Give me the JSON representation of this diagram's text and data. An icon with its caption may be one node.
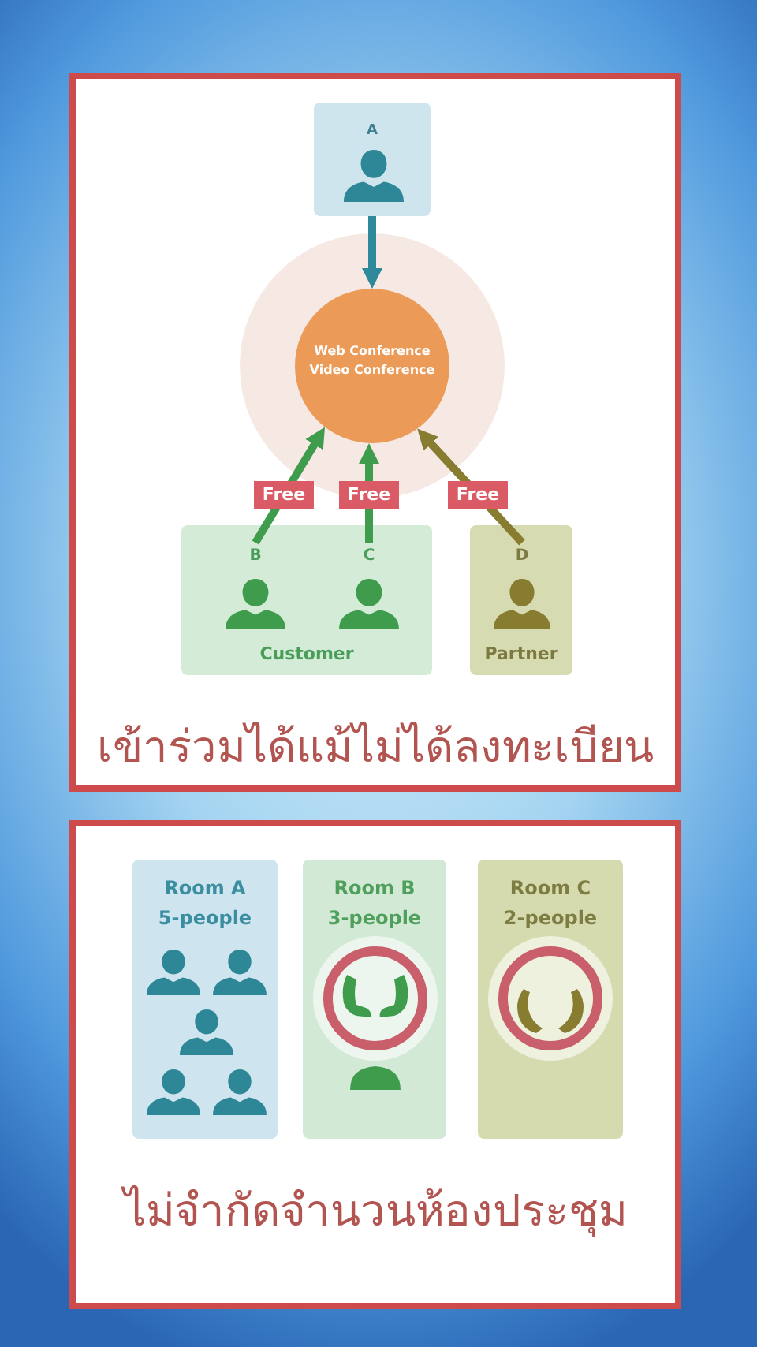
{
  "diagram": {
    "nodes": [
      {
        "text": [
          "เข้าร่วมได้แม้ไม่ได้ลงทะเบียน"
        ]
      },
      {
        "text": [
          "A"
        ],
        "in": 0
      },
      {
        "text": [],
        "shape": "circle",
        "in": 0
      },
      {
        "text": [
          "Web Conference Video Conference"
        ],
        "in": 2
      },
      {
        "text": [
          "Customer"
        ],
        "in": 0
      },
      {
        "text": [
          "B"
        ],
        "in": 4
      },
      {
        "text": [
          "C"
        ],
        "in": 4
      },
      {
        "text": [
          "Partner"
        ],
        "in": 0
      },
      {
        "text": [
          "D"
        ],
        "in": 7
      },
      {
        "text": [
          "ไม่จำกัดจำนวนห้องประชุม"
        ]
      },
      {
        "text": [
          "Room A",
          "5-people"
        ],
        "in": 9
      },
      {
        "text": [
          "Room B",
          "3-people"
        ],
        "in": 9
      },
      {
        "text": [
          "Room C",
          "2-people"
        ],
        "in": 9
      }
    ],
    "edges": [
      {
        "from": 1,
        "to": 3,
        "arrow": "to",
        "color": "#2e8a9a"
      },
      {
        "from": 5,
        "to": 3,
        "arrow": "to",
        "label": "Free"
      },
      {
        "from": 6,
        "to": 3,
        "arrow": "to",
        "label": "Free"
      },
      {
        "from": 8,
        "to": 3,
        "arrow": "to",
        "label": "Free",
        "color": "#877c30"
      }
    ]
  }
}
